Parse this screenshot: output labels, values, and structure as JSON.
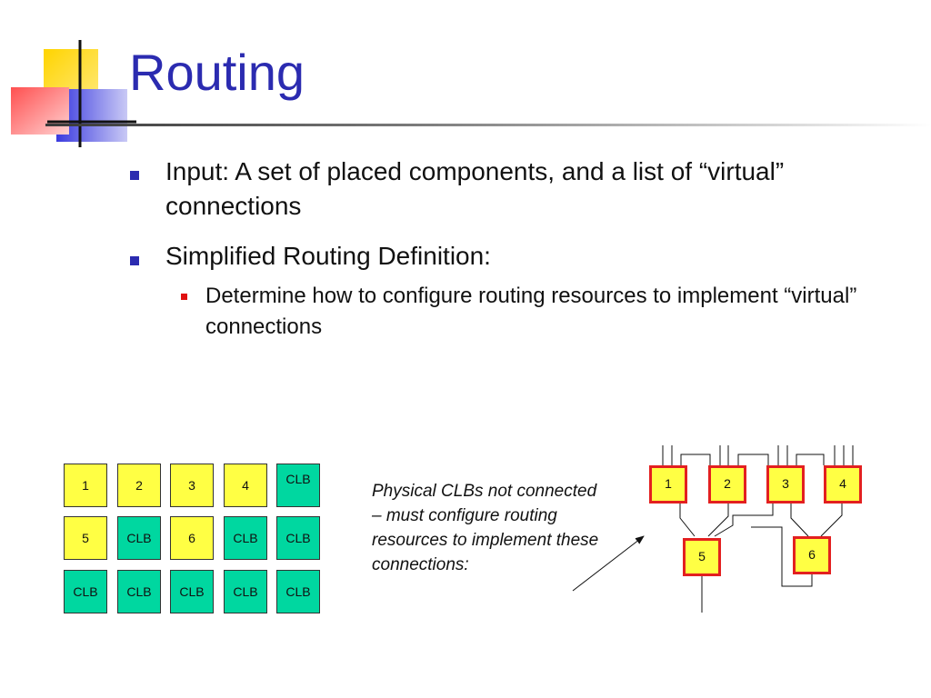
{
  "slide": {
    "title": "Routing",
    "bullets": [
      {
        "text": "Input: A set of placed components, and a list of “virtual” connections"
      },
      {
        "text": "Simplified Routing Definition:"
      }
    ],
    "sub_bullets": [
      {
        "text": "Determine how to configure routing resources to implement “virtual” connections"
      }
    ]
  },
  "grid": {
    "rows": [
      [
        "1",
        "2",
        "3",
        "4",
        "CLB"
      ],
      [
        "5",
        "CLB",
        "6",
        "CLB",
        "CLB"
      ],
      [
        "CLB",
        "CLB",
        "CLB",
        "CLB",
        "CLB"
      ]
    ]
  },
  "caption": "Physical CLBs not connected – must configure routing resources to implement these connections:",
  "routing": {
    "nodes": [
      "1",
      "2",
      "3",
      "4",
      "5",
      "6"
    ]
  },
  "colors": {
    "title": "#2b2bb0",
    "placed_cell": "#ffff44",
    "clb_cell": "#00d7a0",
    "node_border": "#e32020"
  }
}
